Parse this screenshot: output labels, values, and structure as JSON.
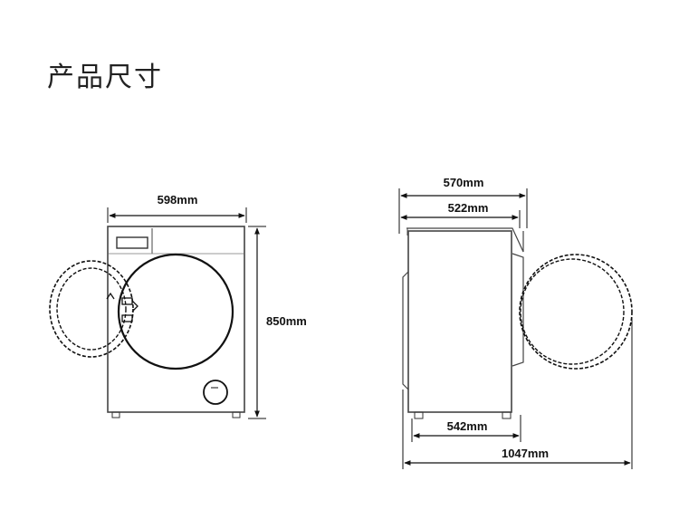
{
  "title": "产品尺寸",
  "front_view": {
    "width_label": "598mm",
    "height_label": "850mm"
  },
  "side_view": {
    "depth_top_label": "570mm",
    "depth_body_label": "522mm",
    "depth_base_label": "542mm",
    "depth_door_open_label": "1047mm"
  },
  "colors": {
    "line": "#111111",
    "body": "#444444"
  }
}
